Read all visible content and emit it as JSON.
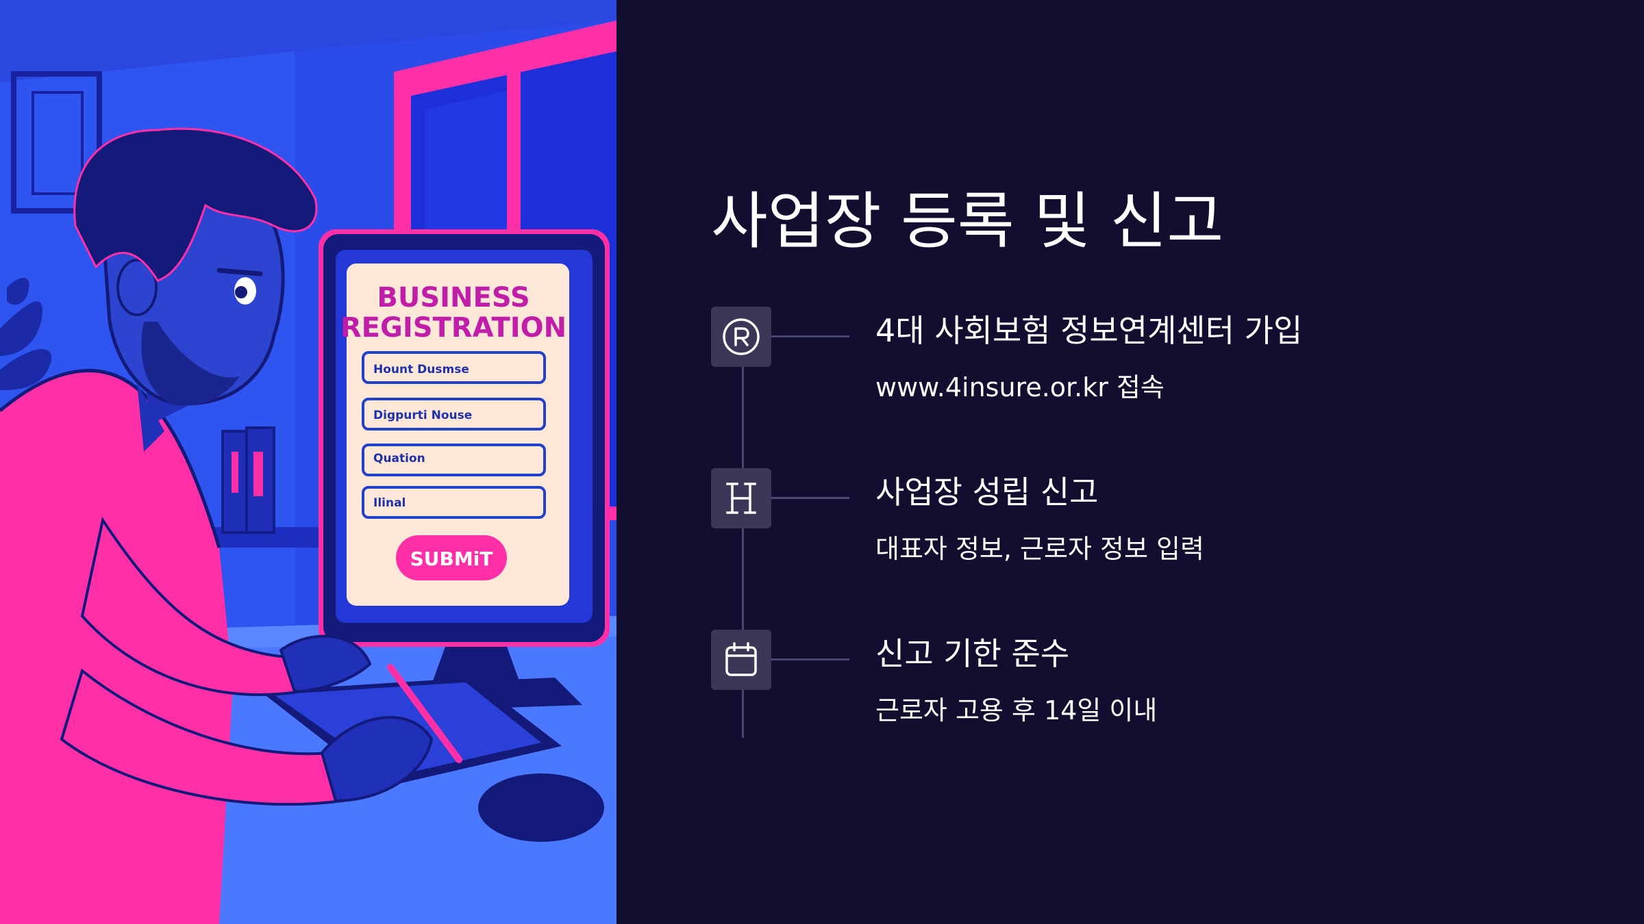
{
  "illustration": {
    "screen_title_line1": "BUSINESS",
    "screen_title_line2": "REGISTRATION",
    "fields": [
      "Hount Dusmse",
      "Digpurti Nouse",
      "Quation",
      "Ilinal"
    ],
    "submit_label": "SUBMiT"
  },
  "slide": {
    "title": "사업장 등록 및 신고"
  },
  "steps": [
    {
      "icon": "registered-icon",
      "heading": "4대 사회보험 정보연계센터 가입",
      "description": "www.4insure.or.kr 접속"
    },
    {
      "icon": "letter-h-icon",
      "heading": "사업장 성립 신고",
      "description": "대표자 정보, 근로자 정보 입력"
    },
    {
      "icon": "calendar-icon",
      "heading": "신고 기한 준수",
      "description": "근로자 고용 후 14일 이내"
    }
  ],
  "colors": {
    "background": "#110e30",
    "illustration_blue": "#2f55f0",
    "accent_pink": "#ff2fa8",
    "icon_box": "#3a3856",
    "timeline": "#4a4870",
    "text": "#ffffff"
  }
}
